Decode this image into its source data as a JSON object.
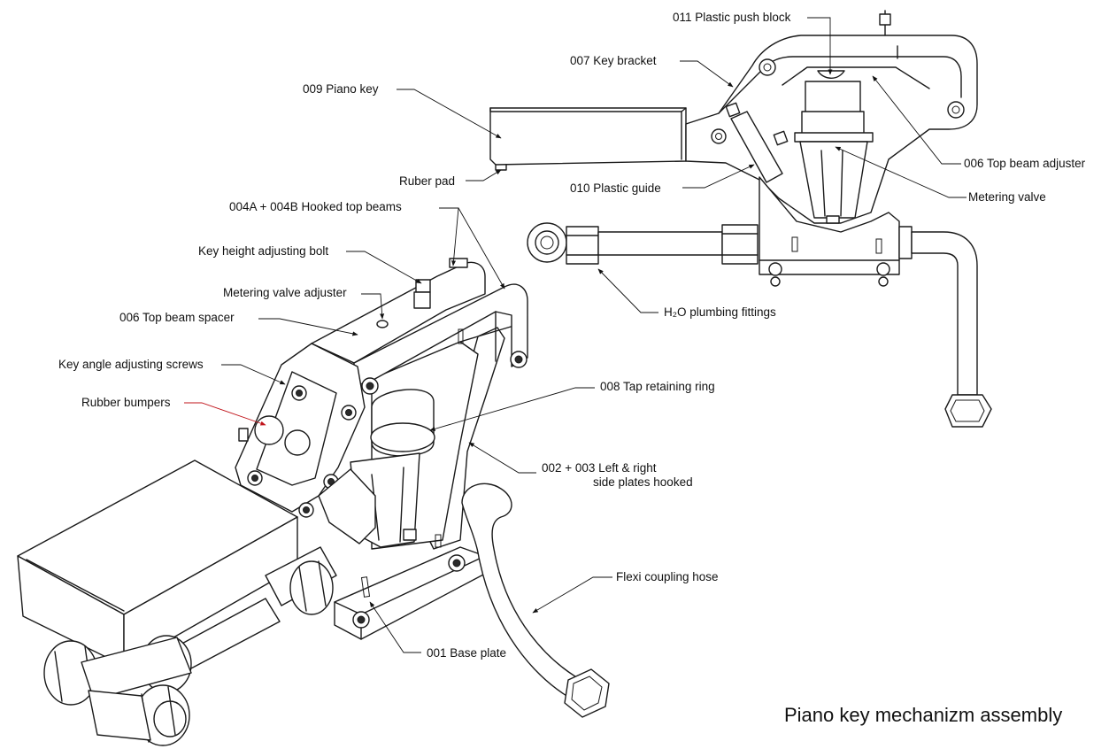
{
  "title": "Piano key mechanizm assembly",
  "labels": {
    "plastic_push_block": "011  Plastic push block",
    "key_bracket": "007   Key bracket",
    "piano_key": "009   Piano key",
    "top_beam_adjuster": "006  Top beam adjuster",
    "metering_valve": "Metering valve",
    "ruber_pad": "Ruber pad",
    "plastic_guide": "010   Plastic guide",
    "hooked_top_beams": "004A  +  004B   Hooked top beams",
    "key_height_bolt": "Key height adjusting bolt",
    "metering_valve_adjuster": "Metering valve adjuster",
    "top_beam_spacer": "006   Top beam spacer",
    "key_angle_screws": "Key angle adjusting screws",
    "rubber_bumpers": "Rubber bumpers",
    "tap_retaining_ring": "008   Tap retaining ring",
    "side_plates_line1": "002  +  003  Left & right",
    "side_plates_line2": "side plates hooked",
    "h2o_fittings": "H₂O plumbing fittings",
    "flexi_hose": "Flexi coupling hose",
    "base_plate": "001   Base plate"
  },
  "colors": {
    "bumper_leader": "#c0141b"
  }
}
